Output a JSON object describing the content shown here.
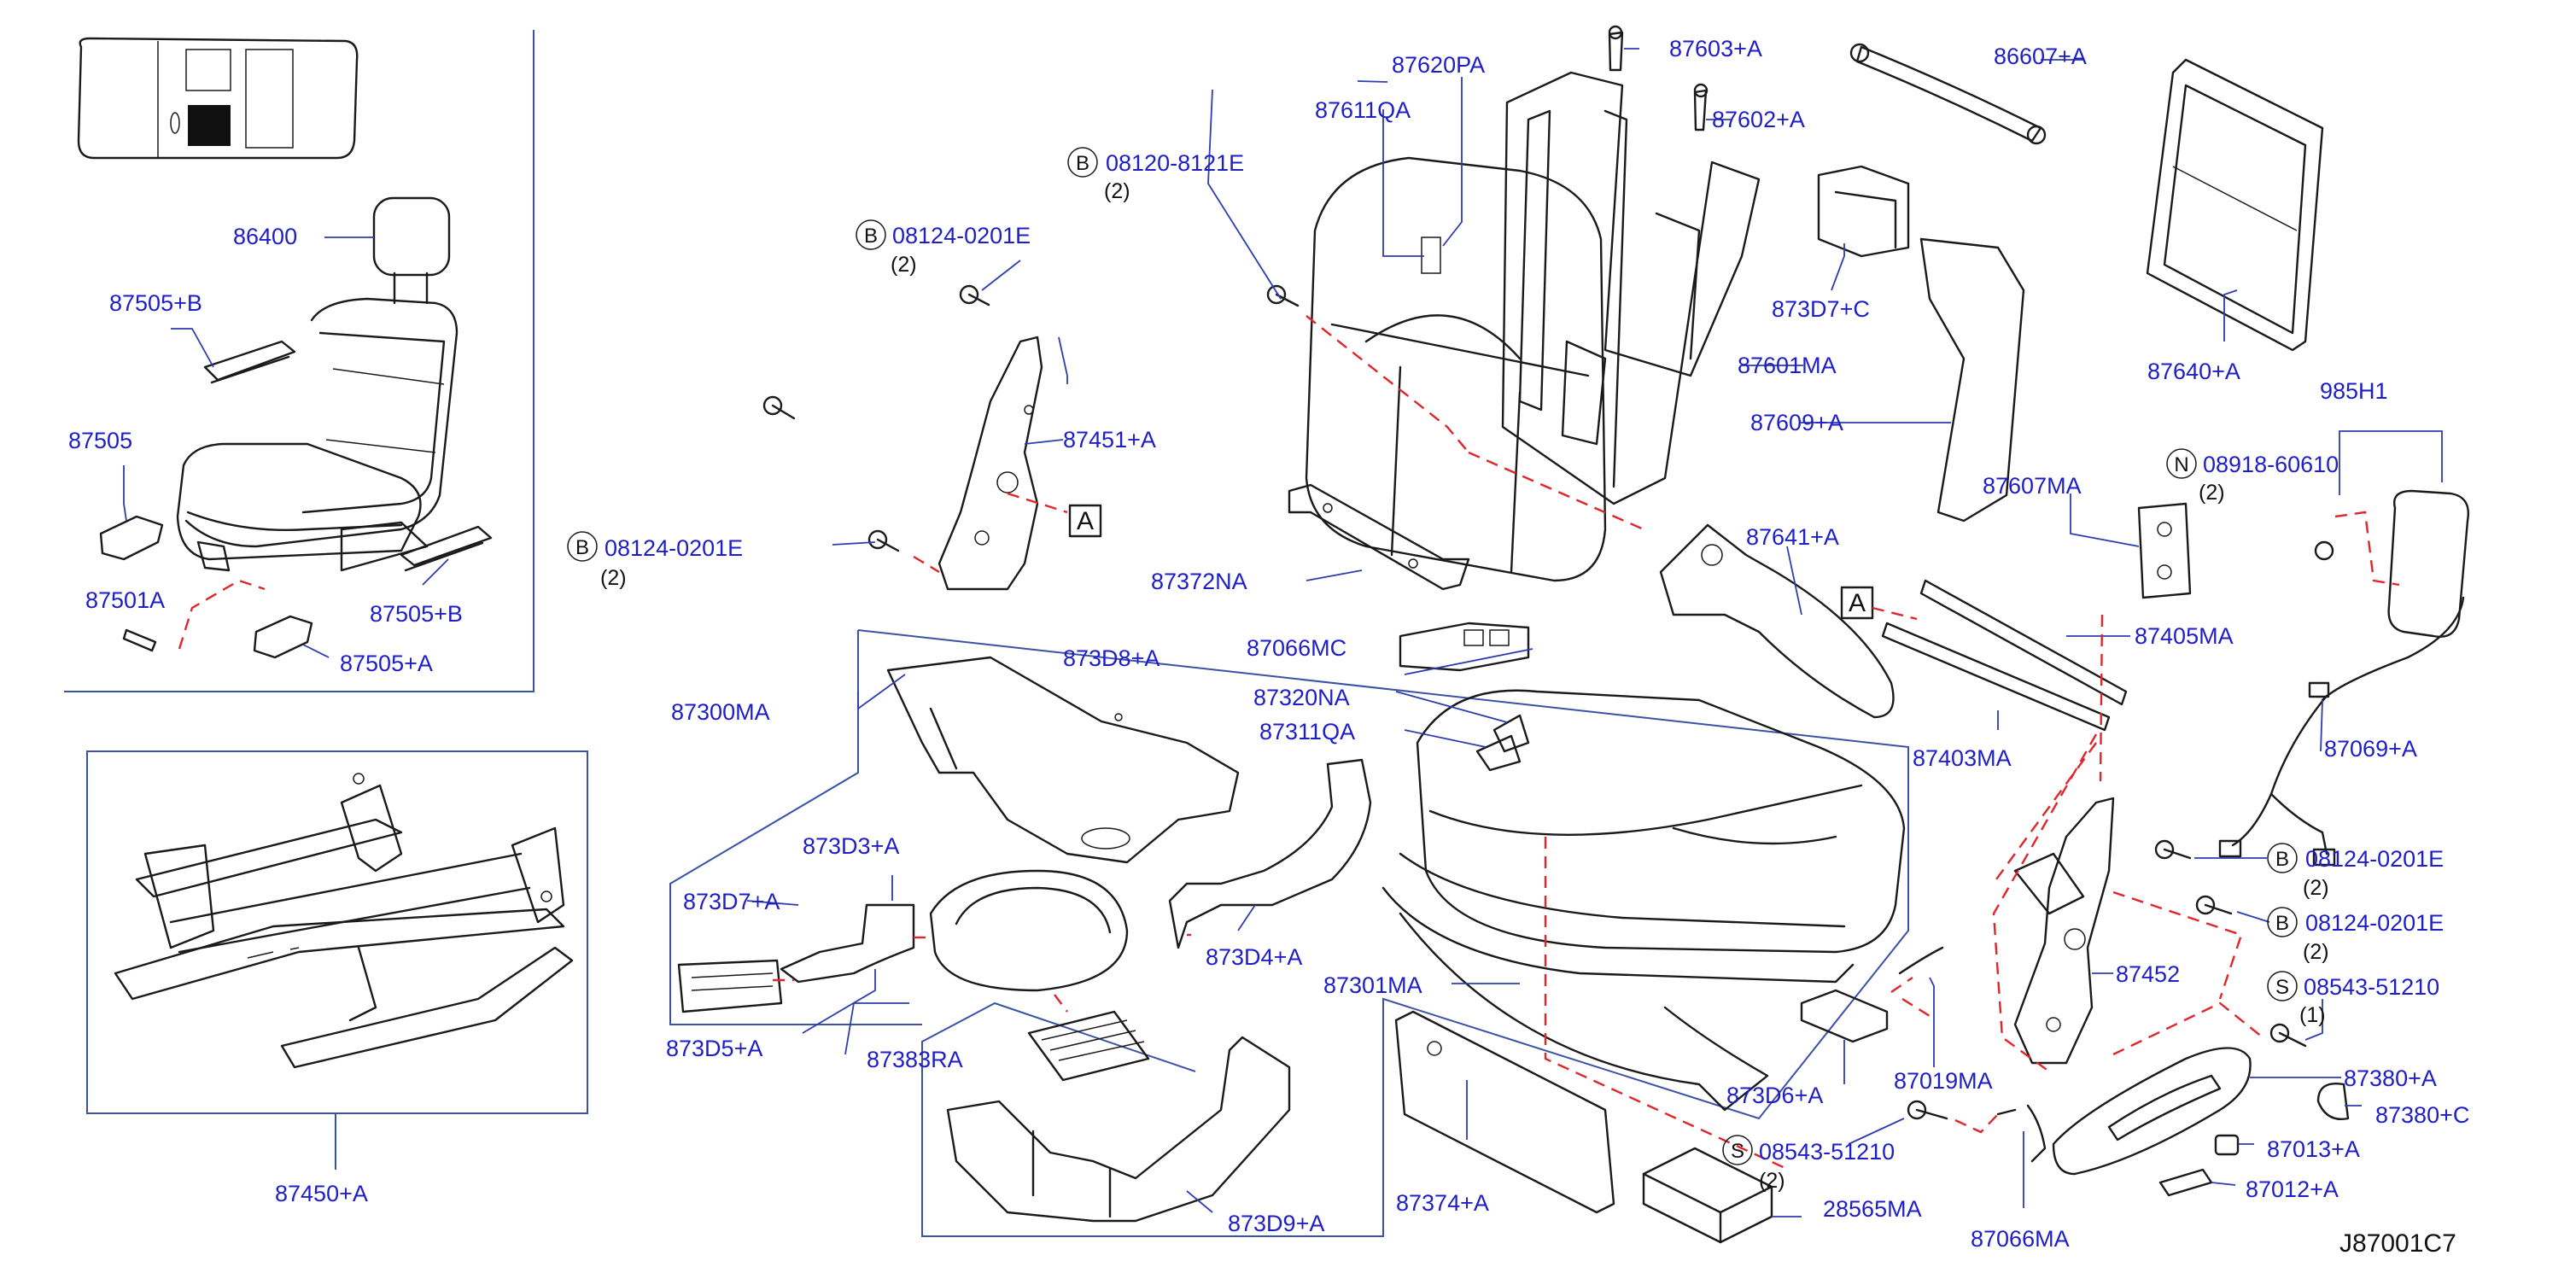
{
  "diagram_id": "J87001C7",
  "ref_letter": "A",
  "circle_bolt": "B",
  "circle_screw": "S",
  "circle_nut": "N",
  "parts": {
    "p86400": "86400",
    "p87505b_top": "87505+B",
    "p87505": "87505",
    "p87501a": "87501A",
    "p87505b_bottom": "87505+B",
    "p87505a": "87505+A",
    "p87450a": "87450+A",
    "b_0812401e_left": "08124-0201E",
    "b_0812401e_mid": "08124-0201E",
    "b_0812081": "08120-8121E",
    "p87451a": "87451+A",
    "p87372na": "87372NA",
    "p87611qa": "87611QA",
    "p87620pa": "87620PA",
    "p87603a": "87603+A",
    "p87602a": "87602+A",
    "p86607a": "86607+A",
    "p873d7c": "873D7+C",
    "p87601ma": "87601MA",
    "p87609a": "87609+A",
    "p87640a": "87640+A",
    "p985h1": "985H1",
    "n_08918": "08918-60610",
    "p87607ma": "87607MA",
    "p87641a": "87641+A",
    "p87405ma": "87405MA",
    "p87403ma": "87403MA",
    "p87069a": "87069+A",
    "b_0812401e_r1": "08124-0201E",
    "b_0812401e_r2": "08124-0201E",
    "p87452": "87452",
    "s_08543_right": "08543-51210",
    "p87380a": "87380+A",
    "p87380c": "87380+C",
    "p87013a": "87013+A",
    "p87012a": "87012+A",
    "p87066ma": "87066MA",
    "p28565ma": "28565MA",
    "s_08543_bottom": "08543-51210",
    "p87019ma": "87019MA",
    "p873d6a": "873D6+A",
    "p87374a": "87374+A",
    "p87301ma": "87301MA",
    "p87066mc": "87066MC",
    "p87320na": "87320NA",
    "p87311qa": "87311QA",
    "p87300ma": "87300MA",
    "p873d8a": "873D8+A",
    "p873d3a": "873D3+A",
    "p873d7a": "873D7+A",
    "p873d5a": "873D5+A",
    "p873d4a": "873D4+A",
    "p87383ra": "87383RA",
    "p873d9a": "873D9+A"
  },
  "quantities": {
    "q_b_left": "(2)",
    "q_b_mid": "(2)",
    "q_b_0812081": "(2)",
    "q_n_08918": "(2)",
    "q_b_r1": "(2)",
    "q_b_r2": "(2)",
    "q_s_right": "(1)",
    "q_s_bottom": "(2)"
  },
  "colors": {
    "part_number": "#1e1ec8",
    "leader_line": "#2d3dae",
    "dashed_line": "#e0262c",
    "frame": "#3a52a6",
    "drawing": "#1a1a1a"
  }
}
